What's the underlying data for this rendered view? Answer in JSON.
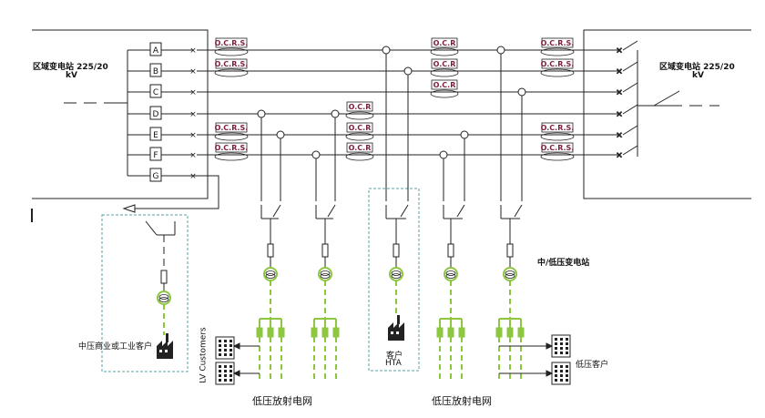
{
  "left_station": {
    "line1": "区域变电站 225/20",
    "line2": "kV"
  },
  "right_station": {
    "line1": "区域变电站 225/20",
    "line2": "kV"
  },
  "feeders": [
    "A",
    "B",
    "C",
    "D",
    "E",
    "F",
    "G"
  ],
  "relay_label": "O.C.R.S.",
  "relay_short": "O.C.R",
  "mv_lv_substation": "中/低压变电站",
  "mv_customer": "中压商业或工业客户",
  "hta_customer": {
    "line1": "客户",
    "line2": "HTA"
  },
  "lv_customers_vertical": "LV Customers",
  "lv_customer": "低压客户",
  "lv_network_1": "低压放射电网",
  "lv_network_2": "低压放射电网",
  "colors": {
    "line": "#222222",
    "green": "#8dc63f",
    "relay_text": "#7a1f3d",
    "dashed_box": "#5aa0a0"
  }
}
